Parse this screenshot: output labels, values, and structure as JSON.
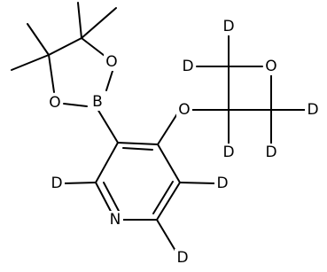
{
  "colors": {
    "background": "#ffffff",
    "bond": "#000000",
    "label": "#000000"
  },
  "atoms": {
    "B": "B",
    "O_boronate_top": "O",
    "O_boronate_left": "O",
    "O_ether": "O",
    "O_oxetane": "O",
    "N": "N",
    "D_pyridine_2": "D",
    "D_pyridine_5": "D",
    "D_pyridine_6": "D",
    "D_oxetane_ch2a_top": "D",
    "D_oxetane_ch2a_left": "D",
    "D_oxetane_c3": "D",
    "D_oxetane_ch2b_right": "D",
    "D_oxetane_ch2b_bottom": "D"
  }
}
